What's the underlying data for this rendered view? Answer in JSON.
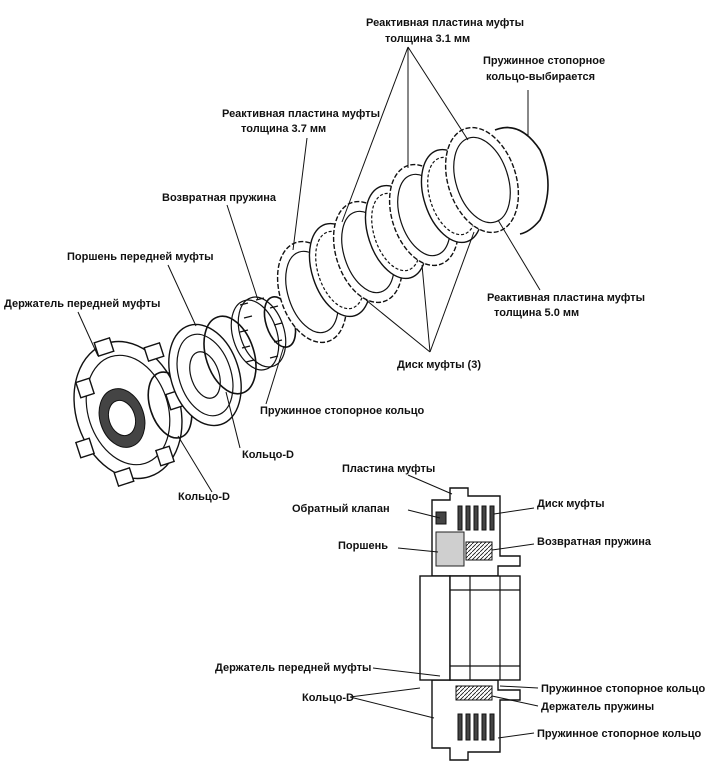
{
  "exploded_view": {
    "labels": {
      "reaction_plate_31": [
        "Реактивная пластина муфты",
        "толщина 3.1 мм"
      ],
      "snap_ring_removed": [
        "Пружинное стопорное",
        "кольцо-выбирается"
      ],
      "reaction_plate_37": [
        "Реактивная пластина муфты",
        "толщина 3.7  мм"
      ],
      "return_spring": "Возвратная пружина",
      "front_clutch_piston": "Поршень передней муфты",
      "front_clutch_holder": "Держатель передней муфты",
      "reaction_plate_50": [
        "Реактивная пластина муфты",
        "толщина 5.0  мм"
      ],
      "clutch_disc_3": "Диск муфты (3)",
      "snap_ring": "Пружинное стопорное кольцо",
      "d_ring_upper": "Кольцо-D",
      "d_ring_lower": "Кольцо-D"
    }
  },
  "section_view": {
    "labels": {
      "clutch_plate": "Пластина муфты",
      "check_valve": "Обратный клапан",
      "clutch_disc": "Диск муфты",
      "piston": "Поршень",
      "return_spring": "Возвратная пружина",
      "front_clutch_holder": "Держатель передней муфты",
      "snap_ring_1": "Пружинное стопорное кольцо",
      "d_ring": "Кольцо-D",
      "spring_holder": "Держатель пружины",
      "snap_ring_2": "Пружинное стопорное кольцо"
    }
  }
}
